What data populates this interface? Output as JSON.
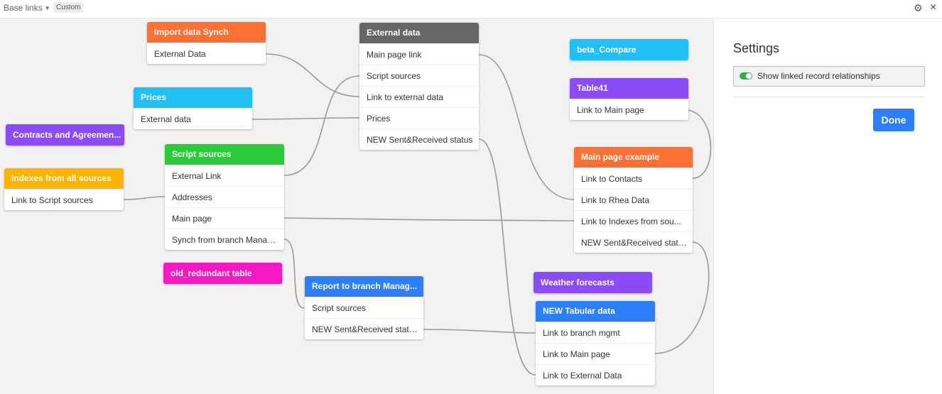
{
  "header": {
    "title": "Base links",
    "badge": "Custom",
    "gear_icon": "gear-icon",
    "close_icon": "close-icon"
  },
  "settings": {
    "title": "Settings",
    "toggle_label": "Show linked record relationships",
    "toggle_on": true,
    "done_label": "Done"
  },
  "colors": {
    "orange": "#fd7033",
    "gray": "#666666",
    "cyan": "#20c0f5",
    "purple": "#8b4cf7",
    "green": "#2bcc3c",
    "yellow": "#fcb400",
    "magenta": "#f519c4",
    "blue": "#2d7ff9",
    "link_line": "#9a9a9a"
  },
  "tables": {
    "import_data_synch": {
      "name": "Import data Synch",
      "fields": [
        "External Data"
      ]
    },
    "external_data": {
      "name": "External data",
      "fields": [
        "Main page link",
        "Script sources",
        "Link to external data",
        "Prices",
        "NEW Sent&Received status"
      ]
    },
    "beta_compare": {
      "name": "beta_Compare",
      "fields": []
    },
    "table41": {
      "name": "Table41",
      "fields": [
        "Link to Main page"
      ]
    },
    "prices": {
      "name": "Prices",
      "fields": [
        "External data"
      ]
    },
    "contracts": {
      "name": "Contracts and Agreemen...",
      "fields": []
    },
    "script_sources": {
      "name": "Script sources",
      "fields": [
        "External Link",
        "Addresses",
        "Main page",
        "Synch from branch Manag..."
      ]
    },
    "indexes": {
      "name": "Indexes from all sources",
      "fields": [
        "Link to Script sources"
      ]
    },
    "main_page_example": {
      "name": "Main page example",
      "fields": [
        "Link to Contacts",
        "Link to Rhea Data",
        "Link to Indexes from sou...",
        "NEW Sent&Received status"
      ]
    },
    "old_redundant": {
      "name": "old_redundant table",
      "fields": []
    },
    "report_branch": {
      "name": "Report to branch Manag...",
      "fields": [
        "Script sources",
        "NEW Sent&Received status"
      ]
    },
    "weather": {
      "name": "Weather forecasts",
      "fields": []
    },
    "new_tabular": {
      "name": "NEW Tabular data",
      "fields": [
        "Link to branch mgmt",
        "Link to Main page",
        "Link to External Data"
      ]
    }
  }
}
